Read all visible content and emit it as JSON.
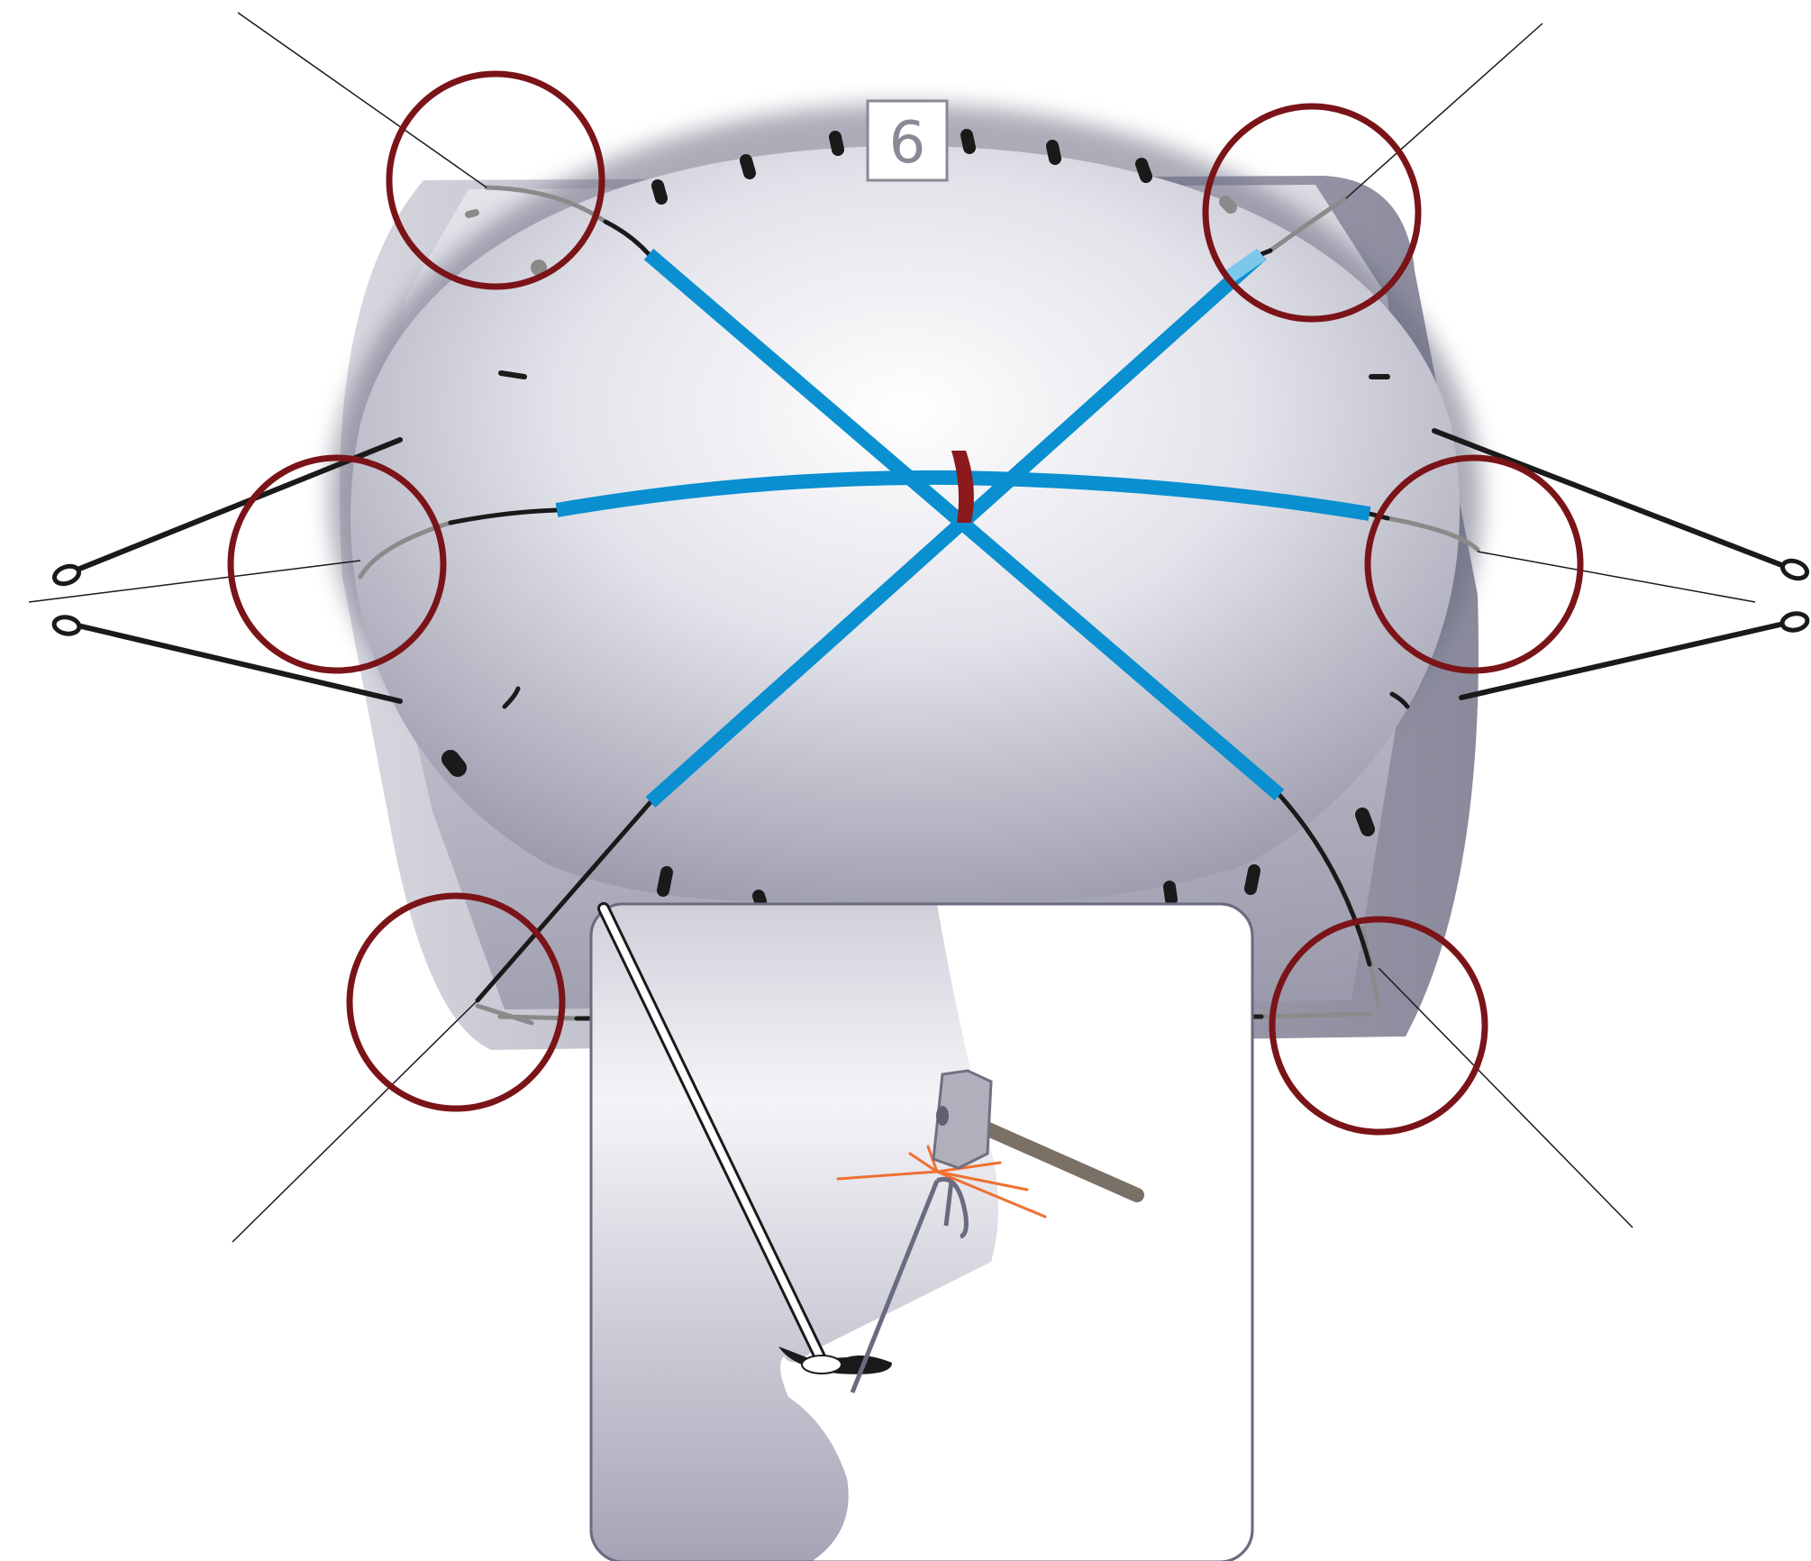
{
  "step": {
    "number": "6"
  },
  "colors": {
    "tape": "#0a8fd0",
    "tape_light": "#7cc8ec",
    "callout_circle": "#7a1418",
    "center_tie": "#8a1a1c",
    "cord": "#1a1a1a",
    "cord_gray": "#888888",
    "spark": "#f07030"
  },
  "callouts": [
    {
      "id": "upper-left"
    },
    {
      "id": "upper-right"
    },
    {
      "id": "mid-left"
    },
    {
      "id": "mid-right"
    },
    {
      "id": "lower-left"
    },
    {
      "id": "lower-right"
    }
  ],
  "tapes": [
    {
      "id": "diagonal-a"
    },
    {
      "id": "diagonal-b"
    },
    {
      "id": "horizontal"
    }
  ],
  "inset": {
    "icons": [
      "punch-icon",
      "hammer-icon",
      "eyelet-icon",
      "needle-icon"
    ]
  }
}
